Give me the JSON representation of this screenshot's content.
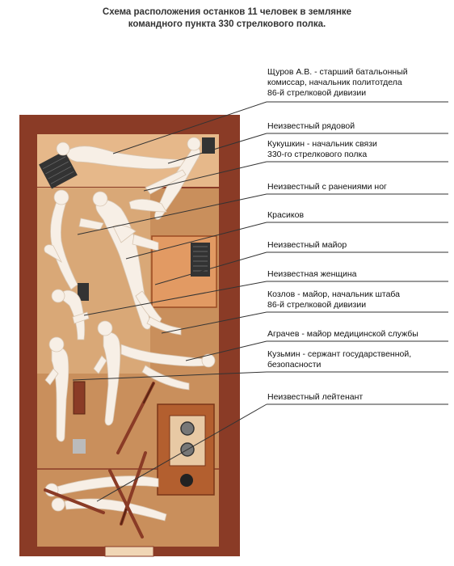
{
  "title": {
    "line1": "Схема расположения останков 11 человек в землянке",
    "line2": "командного пункта 330 стрелкового полка."
  },
  "labels": [
    {
      "lines": [
        "Щуров А.В. - старший батальонный",
        "комиссар, начальник политотдела",
        "86-й стрелковой дивизии"
      ]
    },
    {
      "lines": [
        "Неизвестный рядовой"
      ]
    },
    {
      "lines": [
        "Кукушкин - начальник связи",
        "330-го стрелкового полка"
      ]
    },
    {
      "lines": [
        "Неизвестный с ранениями ног"
      ]
    },
    {
      "lines": [
        "Красиков"
      ]
    },
    {
      "lines": [
        "Неизвестный майор"
      ]
    },
    {
      "lines": [
        "Неизвестная женщина"
      ]
    },
    {
      "lines": [
        "Козлов - майор, начальник штаба",
        "86-й стрелковой дивизии"
      ]
    },
    {
      "lines": [
        "Агрaчев - майор медицинской службы"
      ]
    },
    {
      "lines": [
        "Кузьмин - сержант государственной,",
        "безопасности"
      ]
    },
    {
      "lines": [
        "Неизвестный лейтенант"
      ]
    }
  ],
  "colors": {
    "wall": "#8a3b26",
    "floor": "#c98f5c",
    "floor_light": "#e6b88a",
    "table": "#e29a63",
    "stove": "#b35f2f",
    "figure": "#f7efe6",
    "leader": "#333333"
  }
}
